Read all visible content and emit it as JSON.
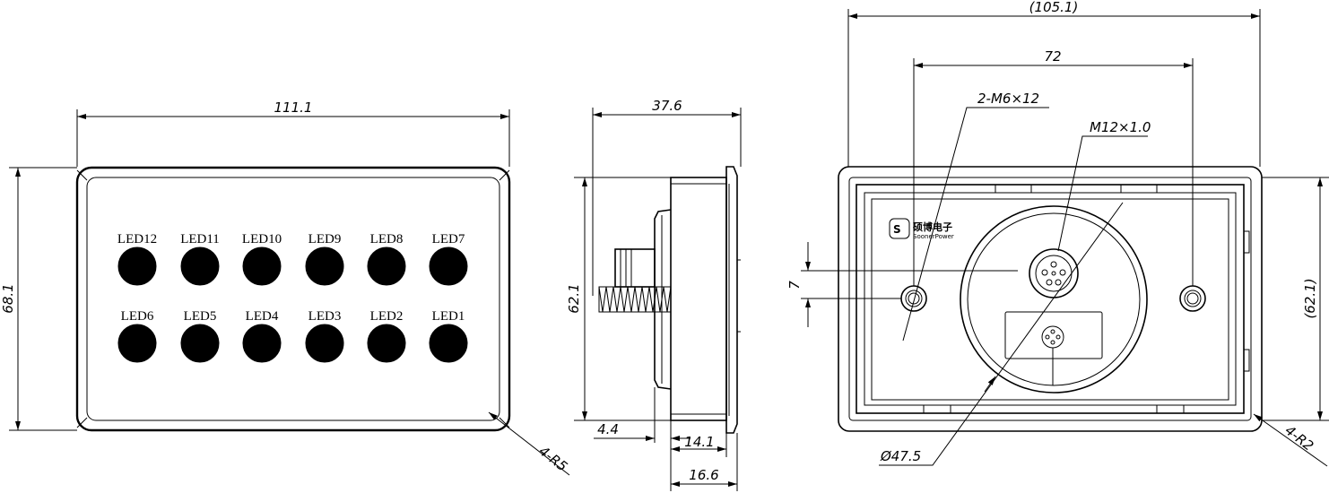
{
  "front_view": {
    "width_dim": "111.1",
    "height_dim": "68.1",
    "corner_radius": "4-R5",
    "leds_top": [
      "LED12",
      "LED11",
      "LED10",
      "LED9",
      "LED8",
      "LED7"
    ],
    "leds_bottom": [
      "LED6",
      "LED5",
      "LED4",
      "LED3",
      "LED2",
      "LED1"
    ]
  },
  "side_view": {
    "depth_dim": "37.6",
    "height_dim": "62.1",
    "dim_a": "4.4",
    "dim_b": "14.1",
    "dim_c": "16.6"
  },
  "rear_view": {
    "width_dim": "(105.1)",
    "hole_spacing": "72",
    "screw_callout": "2-M6×12",
    "connector_callout": "M12×1.0",
    "offset_dim": "7",
    "height_dim": "(62.1)",
    "diameter_callout": "Ø47.5",
    "corner_radius": "4-R2",
    "logo_cn": "硕博电子",
    "logo_en": "SoonerPower"
  }
}
